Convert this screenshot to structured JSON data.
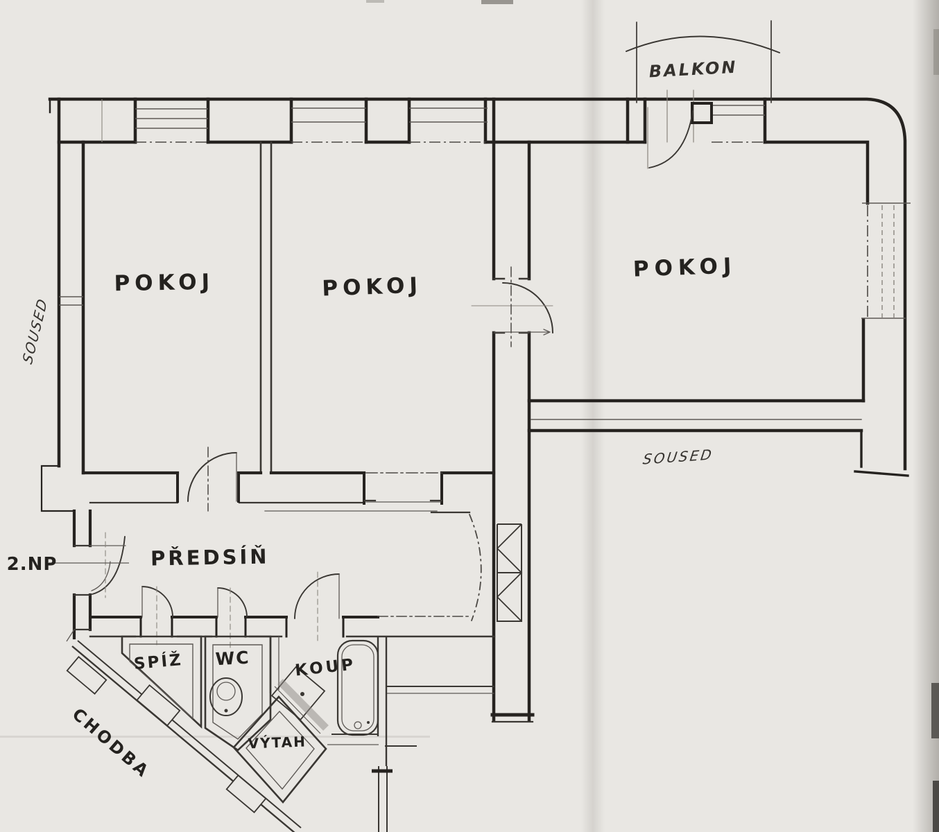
{
  "plan": {
    "drawing_type": "apartment floor plan sketch",
    "labels": {
      "pokoj_left": "POKOJ",
      "pokoj_middle": "POKOJ",
      "pokoj_right": "POKOJ",
      "balkon": "BALKON",
      "predsin": "PŘEDSÍŇ",
      "spiz": "SPÍŽ",
      "wc": "WC",
      "koup": "KOUP",
      "vytah": "VÝTAH",
      "chodba": "CHODBA",
      "soused_left": "SOUSED",
      "soused_right": "SOUSED",
      "floor_marker": "2.NP"
    },
    "colors": {
      "paper": "#e9e7e3",
      "ink_heavy": "#262320",
      "ink_medium": "#3a3733",
      "ink_thin": "#5d5955",
      "pencil_shade": "#8d8a86"
    }
  }
}
